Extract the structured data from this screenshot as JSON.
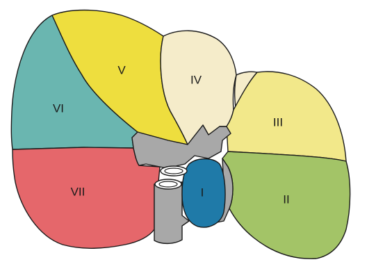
{
  "diagram": {
    "segments": [
      {
        "id": "I",
        "label": "I",
        "color": "#1f7aa8"
      },
      {
        "id": "II",
        "label": "II",
        "color": "#a3c467"
      },
      {
        "id": "III",
        "label": "III",
        "color": "#f2e88a"
      },
      {
        "id": "IV",
        "label": "IV",
        "color": "#f5ecca"
      },
      {
        "id": "V",
        "label": "V",
        "color": "#eede3e"
      },
      {
        "id": "VI",
        "label": "VI",
        "color": "#6ab6b0"
      },
      {
        "id": "VII",
        "label": "VII",
        "color": "#e5676b"
      }
    ],
    "vessel_color": "#a8a8a8"
  }
}
